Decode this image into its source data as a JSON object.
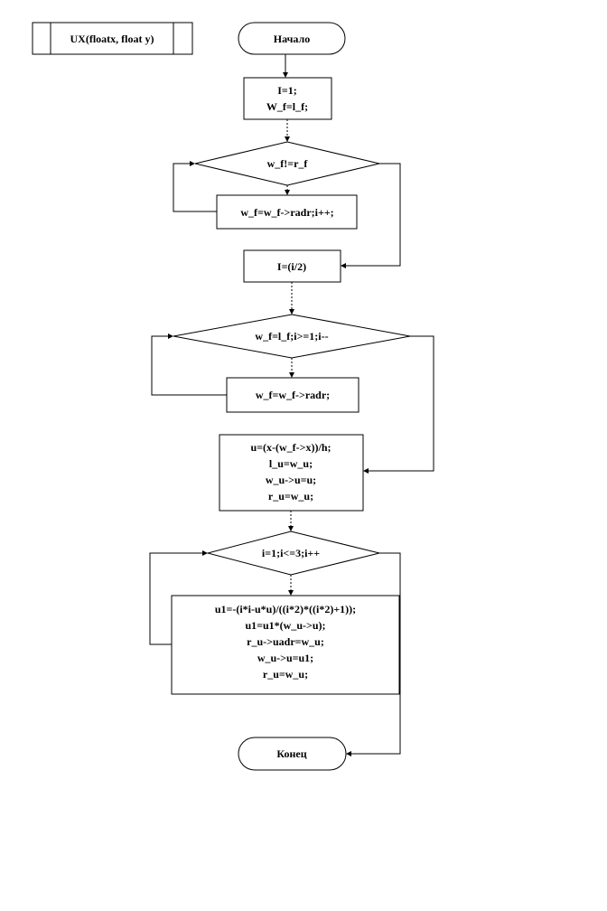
{
  "function_header": "UX(floatx,  float y)",
  "start_label": "Начало",
  "end_label": "Конец",
  "init_block": [
    "I=1;",
    "W_f=l_f;"
  ],
  "loop1_condition": "w_f!=r_f",
  "loop1_body": "w_f=w_f->radr;i++;",
  "half_block": "I=(i/2)",
  "loop2_condition": "w_f=l_f;i>=1;i--",
  "loop2_body": "w_f=w_f->radr;",
  "compute_block": [
    "u=(x-(w_f->x))/h;",
    "l_u=w_u;",
    "w_u->u=u;",
    "r_u=w_u;"
  ],
  "loop3_condition": "i=1;i<=3;i++",
  "loop3_body": [
    "u1=-(i*i-u*u)/((i*2)*((i*2)+1));",
    "u1=u1*(w_u->u);",
    "r_u->uadr=w_u;",
    "w_u->u=u1;",
    "r_u=w_u;"
  ]
}
